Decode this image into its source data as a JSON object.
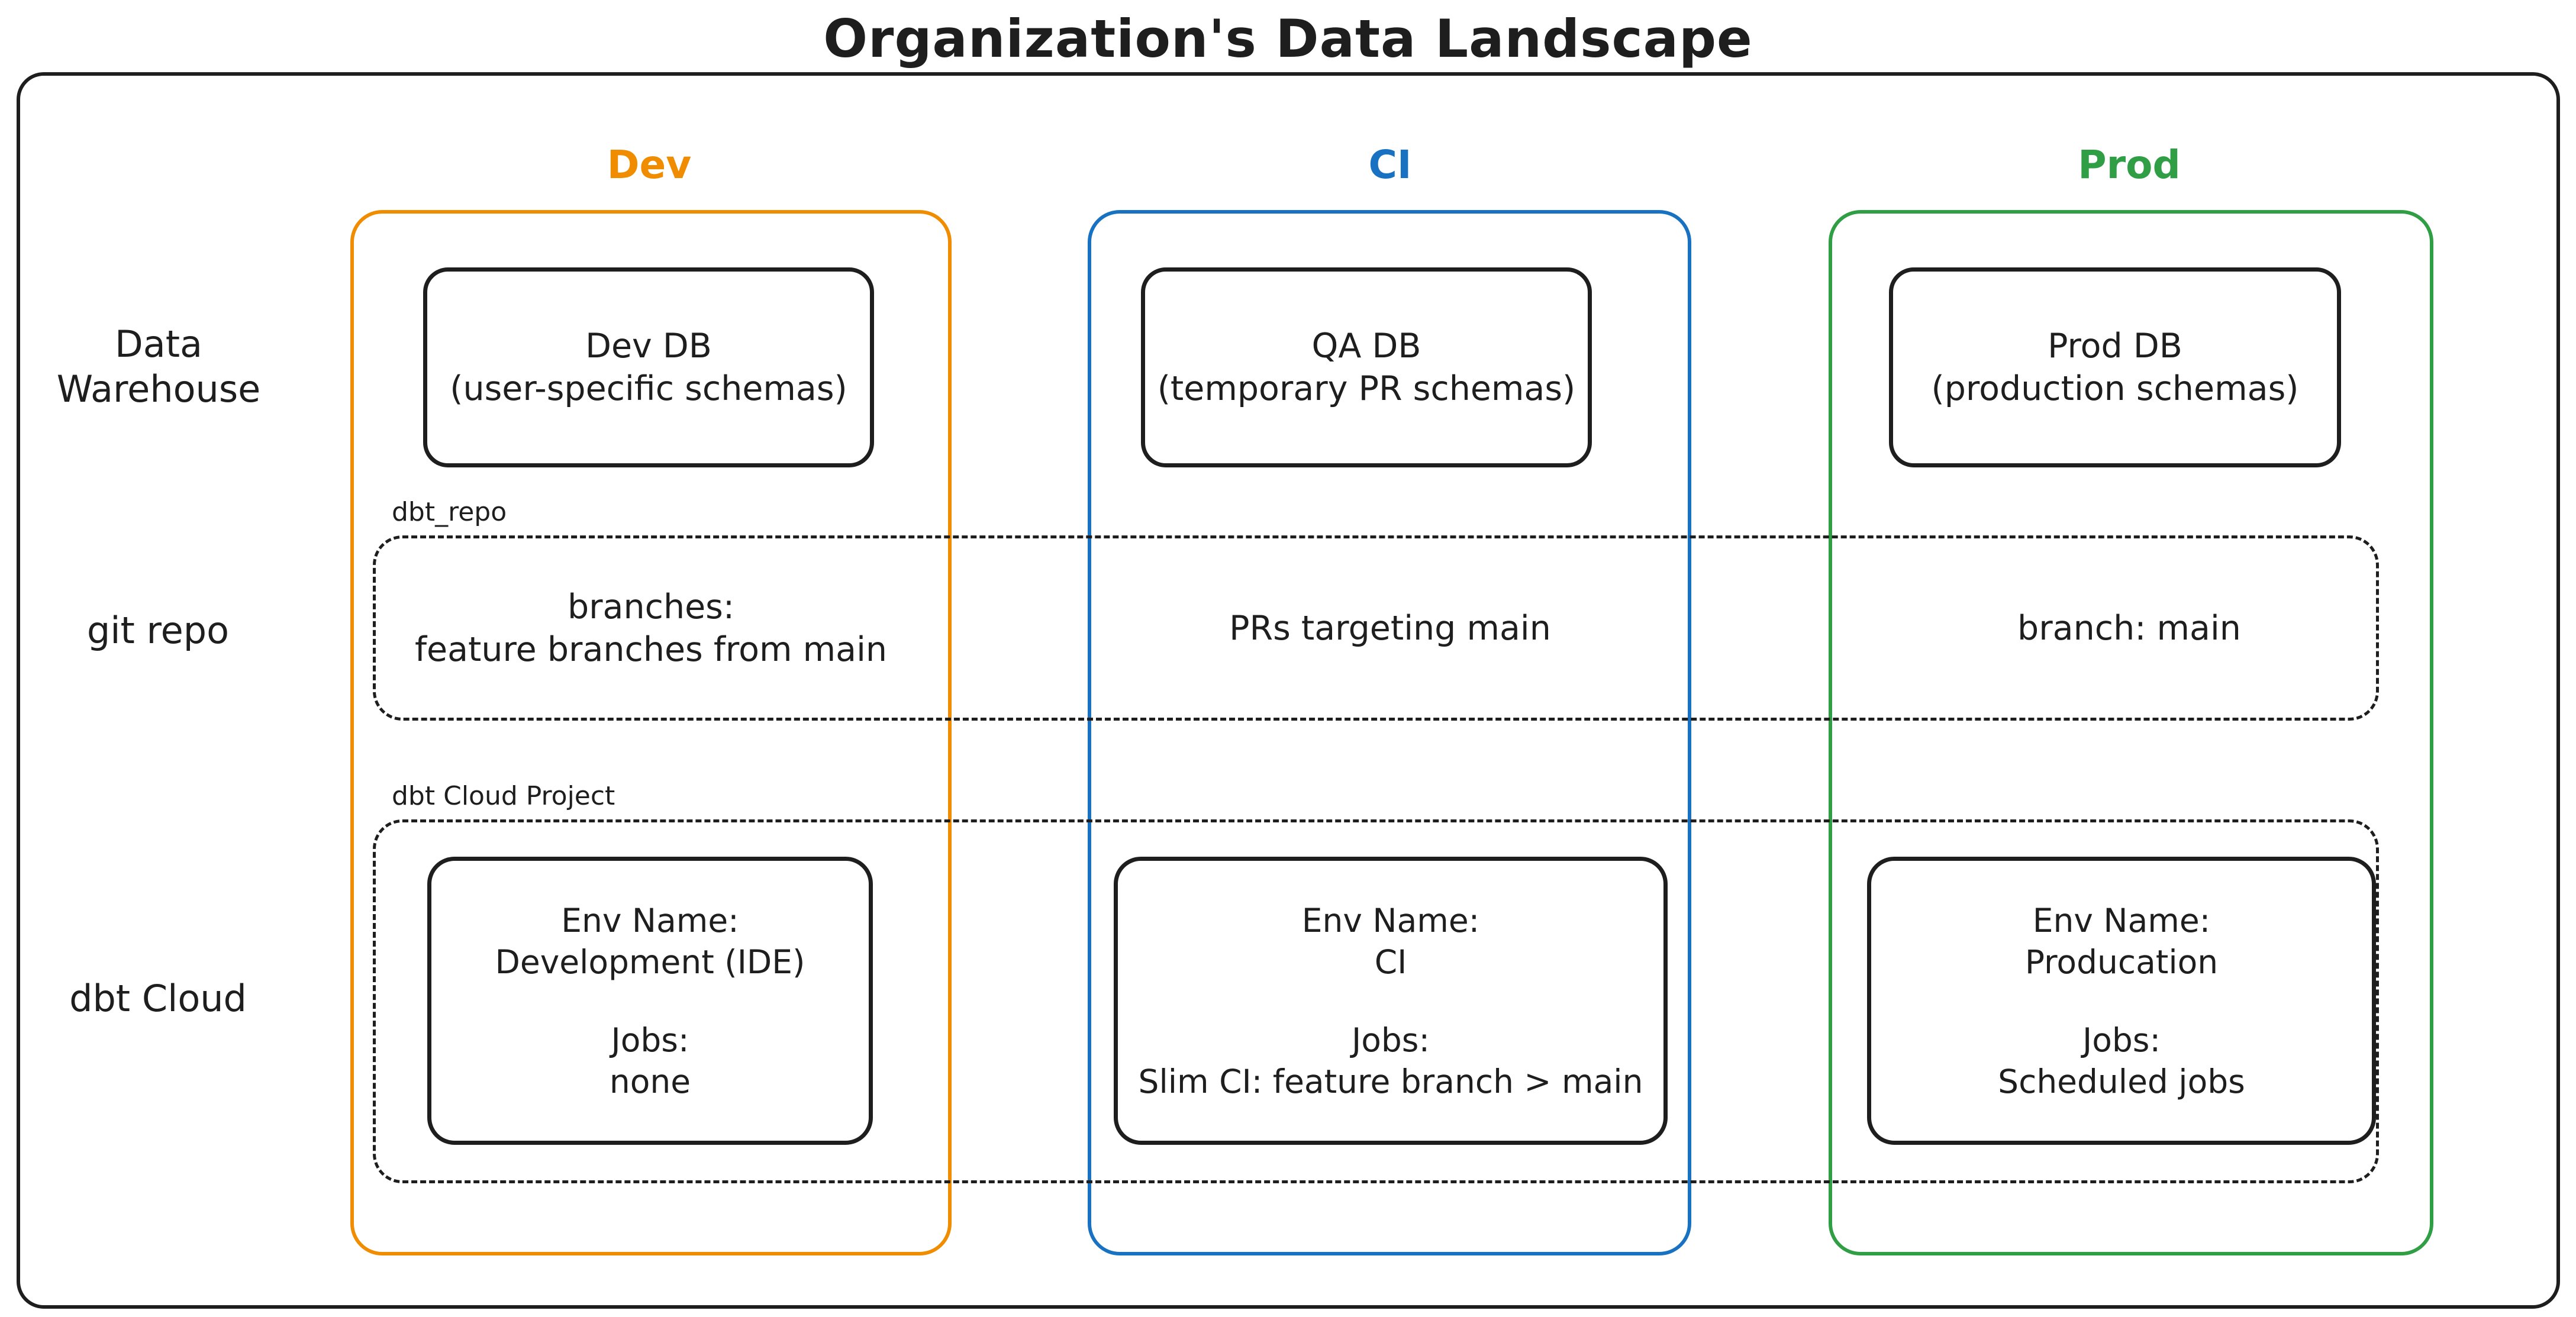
{
  "title": "Organization's Data Landscape",
  "colors": {
    "dev": "#f08c00",
    "ci": "#1971c2",
    "prod": "#2f9e44",
    "ink": "#1e1e1e"
  },
  "columns": {
    "dev": {
      "header": "Dev"
    },
    "ci": {
      "header": "CI"
    },
    "prod": {
      "header": "Prod"
    }
  },
  "row_labels": {
    "warehouse_line1": "Data",
    "warehouse_line2": "Warehouse",
    "git": "git repo",
    "dbt": "dbt Cloud"
  },
  "warehouse": {
    "dev": {
      "line1": "Dev DB",
      "line2": "(user-specific schemas)"
    },
    "ci": {
      "line1": "QA DB",
      "line2": "(temporary PR schemas)"
    },
    "prod": {
      "line1": "Prod DB",
      "line2": "(production schemas)"
    }
  },
  "git_repo": {
    "label": "dbt_repo",
    "dev_line1": "branches:",
    "dev_line2": "feature branches from main",
    "ci": "PRs targeting main",
    "prod": "branch: main"
  },
  "dbt_cloud": {
    "label": "dbt Cloud Project",
    "dev": {
      "env_label": "Env Name:",
      "env_value": "Development (IDE)",
      "jobs_label": "Jobs:",
      "jobs_value": "none"
    },
    "ci": {
      "env_label": "Env Name:",
      "env_value": "CI",
      "jobs_label": "Jobs:",
      "jobs_value": "Slim CI: feature branch > main"
    },
    "prod": {
      "env_label": "Env Name:",
      "env_value": "Producation",
      "jobs_label": "Jobs:",
      "jobs_value": "Scheduled jobs"
    }
  }
}
